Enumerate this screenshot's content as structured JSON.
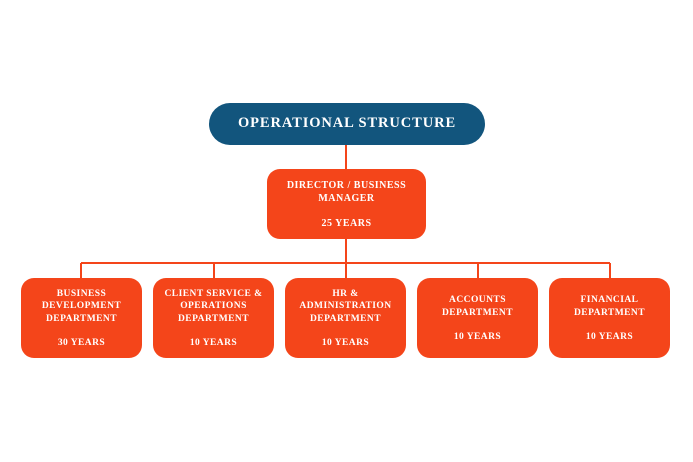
{
  "chart": {
    "title": "OPERATIONAL STRUCTURE",
    "colors": {
      "root_fill": "#12557d",
      "node_fill": "#f4451a",
      "connector": "#f4451a",
      "text": "#ffffff",
      "background": "#ffffff"
    },
    "root": {
      "label": "OPERATIONAL STRUCTURE"
    },
    "director": {
      "label": "DIRECTOR / BUSINESS MANAGER",
      "years": "25 YEARS"
    },
    "departments": [
      {
        "label": "BUSINESS DEVELOPMENT DEPARTMENT",
        "years": "30 YEARS"
      },
      {
        "label": "CLIENT SERVICE & OPERATIONS DEPARTMENT",
        "years": "10 YEARS"
      },
      {
        "label": "HR & ADMINISTRATION DEPARTMENT",
        "years": "10 YEARS"
      },
      {
        "label": "ACCOUNTS DEPARTMENT",
        "years": "10 YEARS"
      },
      {
        "label": "FINANCIAL DEPARTMENT",
        "years": "10 YEARS"
      }
    ]
  }
}
